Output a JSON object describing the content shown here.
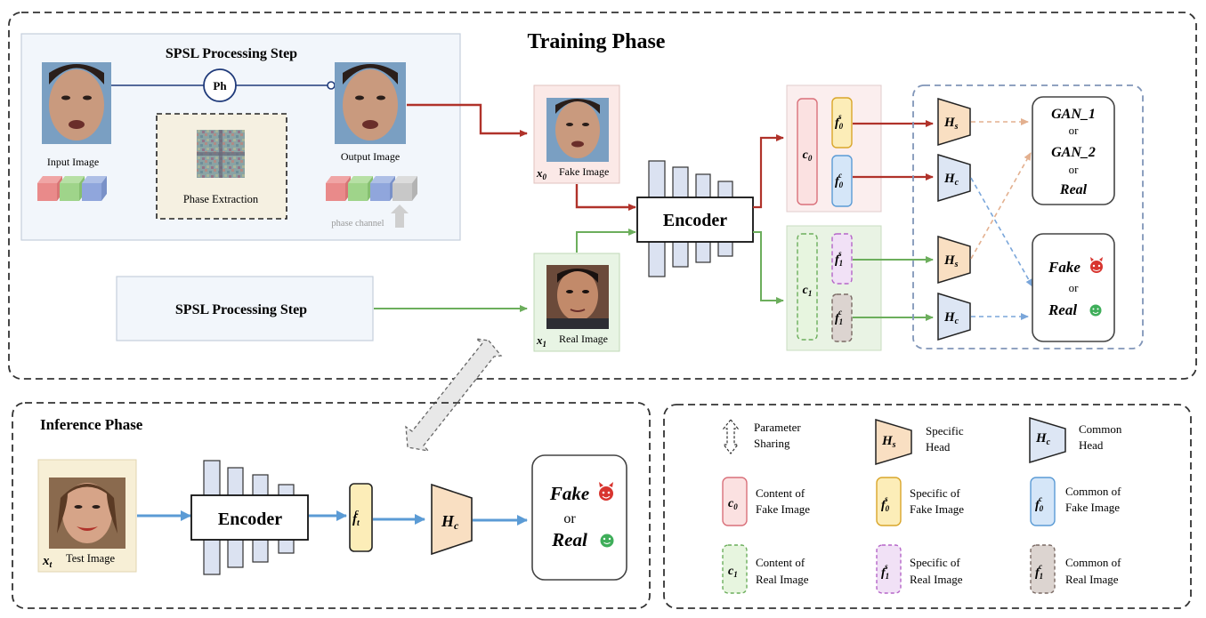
{
  "training": {
    "title": "Training Phase",
    "spsl_step_title": "SPSL Processing Step",
    "ph_label": "Ph",
    "input_image": "Input Image",
    "output_image": "Output Image",
    "phase_extraction": "Phase Extraction",
    "phase_channel": "phase channel",
    "spsl_step_box": "SPSL Processing Step",
    "x0_symbol": "x",
    "x0_sub": "0",
    "x0_label": "Fake Image",
    "x1_symbol": "x",
    "x1_sub": "1",
    "x1_label": "Real Image",
    "encoder": "Encoder",
    "c0": "c",
    "c0_sub": "0",
    "c1": "c",
    "c1_sub": "1",
    "f0s": "f",
    "f0s_sub": "0",
    "f0s_sup": "s",
    "f0c": "f",
    "f0c_sub": "0",
    "f0c_sup": "c",
    "f1s": "f",
    "f1s_sub": "1",
    "f1s_sup": "s",
    "f1c": "f",
    "f1c_sub": "1",
    "f1c_sup": "c",
    "hs": "H",
    "hs_sub": "s",
    "hc": "H",
    "hc_sub": "c",
    "gan1": "GAN_1",
    "or": "or",
    "gan2": "GAN_2",
    "real": "Real",
    "fake": "Fake"
  },
  "inference": {
    "title": "Inference Phase",
    "xt_symbol": "x",
    "xt_sub": "t",
    "xt_label": "Test Image",
    "encoder": "Encoder",
    "ftc": "f",
    "ftc_sub": "t",
    "ftc_sup": "c",
    "hc": "H",
    "hc_sub": "c",
    "fake": "Fake",
    "or": "or",
    "real": "Real"
  },
  "legend": {
    "param_sharing_1": "Parameter",
    "param_sharing_2": "Sharing",
    "specific_head_1": "Specific",
    "specific_head_2": "Head",
    "common_head_1": "Common",
    "common_head_2": "Head",
    "c0_desc_1": "Content of",
    "c0_desc_2": "Fake Image",
    "f0s_desc_1": "Specific of",
    "f0s_desc_2": "Fake Image",
    "f0c_desc_1": "Common of",
    "f0c_desc_2": "Fake Image",
    "c1_desc_1": "Content of",
    "c1_desc_2": "Real Image",
    "f1s_desc_1": "Specific of",
    "f1s_desc_2": "Real Image",
    "f1c_desc_1": "Common of",
    "f1c_desc_2": "Real Image"
  },
  "colors": {
    "fake_path": "#b0322a",
    "real_path": "#6cae5c",
    "head_fill": "#f9dfc2",
    "head_c_fill": "#dde6f4",
    "dashed_frame": "#333333",
    "heads_frame": "#8095b8",
    "inference_arrow": "#5b9bd5"
  }
}
